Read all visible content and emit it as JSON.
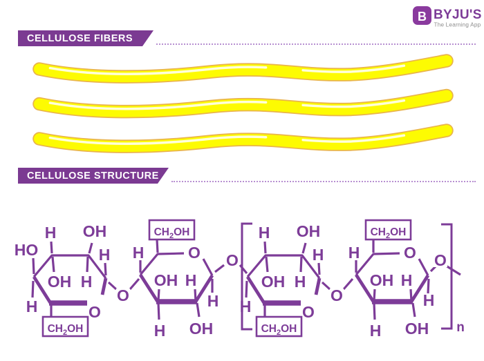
{
  "colors": {
    "ink": "#7d3c98",
    "banner": "#7b3a92",
    "banner-text": "#ffffff",
    "dotted": "#b78fd1",
    "fiber-yellow": "#fdfb02",
    "fiber-outline": "#e9b44c",
    "logo-purple": "#8a3a9e",
    "tagline-gray": "#8c8c8c"
  },
  "logo": {
    "badge_letter": "B",
    "brand": "BYJU'S",
    "tagline": "The Learning App"
  },
  "sections": {
    "fibers_title": "CELLULOSE FIBERS",
    "structure_title": "CELLULOSE STRUCTURE"
  },
  "structure": {
    "atom_h": "H",
    "atom_oh": "OH",
    "atom_ho": "HO",
    "atom_o": "O",
    "ch2oh": {
      "main": "CH",
      "sub": "2",
      "tail": "OH"
    },
    "repeat_subscript": "n"
  }
}
